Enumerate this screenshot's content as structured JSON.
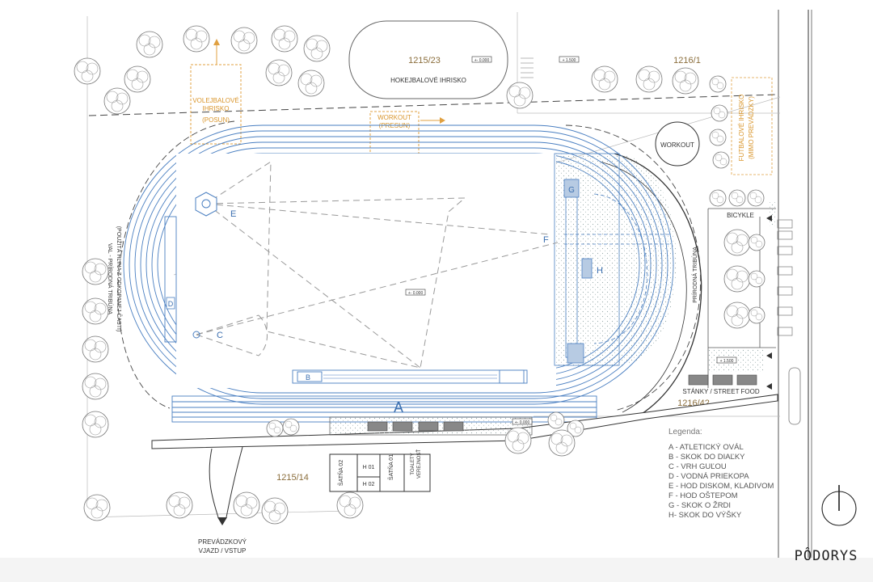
{
  "parcels": {
    "top_center": "1215/23",
    "top_right": "1216/1",
    "bottom_right": "1216/42",
    "bottom_left": "1215/14"
  },
  "facilities": {
    "hockey": "HOKEJBALOVÉ IHRISKO",
    "volleyball_line1": "VOLEJBALOVÉ",
    "volleyball_line2": "IHRISKO",
    "volleyball_line3": "(POSUN)",
    "workout_move_line1": "WORKOUT",
    "workout_move_line2": "(PRESUN)",
    "workout_circle": "WORKOUT",
    "football_line1": "FUTBALOVÉ IHRISKO",
    "football_line2": "(MIMO PREVÁDZKY)",
    "bicycle": "BICYKLE",
    "stalls": "STÁNKY / STREET FOOD",
    "left_stand_line1": "VAL - PRÍRODNÁ TRIBÚNA",
    "left_stand_line2": "(POUŽITÁ HLINA Z ODKOPANEJ ČASTI)",
    "right_stand": "PRÍRODNÁ TRIBÚNA",
    "entrance_line1": "PREVÁDZKOVÝ",
    "entrance_line2": "VJAZD / VSTUP"
  },
  "buildings": {
    "satna02": "ŠATŇA 02",
    "h01": "H 01",
    "h02": "H 02",
    "satna01": "ŠATŇA 01",
    "toilets_line1": "TOALETY",
    "toilets_line2": "VEREJNOSŤ"
  },
  "levels": {
    "center": "+- 0.000",
    "hockey": "+- 0.000",
    "top_right": "+ 1.500",
    "right": "+ 1.500",
    "bottom": "+- 0.000"
  },
  "field_letters": {
    "A": "A",
    "B": "B",
    "C": "C",
    "D": "D",
    "E": "E",
    "F": "F",
    "G": "G",
    "H": "H"
  },
  "legend": {
    "title": "Legenda:",
    "items": [
      "A - ATLETICKÝ OVÁL",
      "B - SKOK DO DIAĽKY",
      "C - VRH GUĽOU",
      "D - VODNÁ PRIEKOPA",
      "E - HOD DISKOM, KLADIVOM",
      "F - HOD OŠTEPOM",
      "G - SKOK O ŽRDI",
      "H- SKOK DO VÝŠKY"
    ]
  },
  "title": "PÔDORYS",
  "colors": {
    "track": "#4a7fc1",
    "orange": "#e0a040",
    "parcel_text": "#8a6d3b",
    "line": "#333333"
  }
}
